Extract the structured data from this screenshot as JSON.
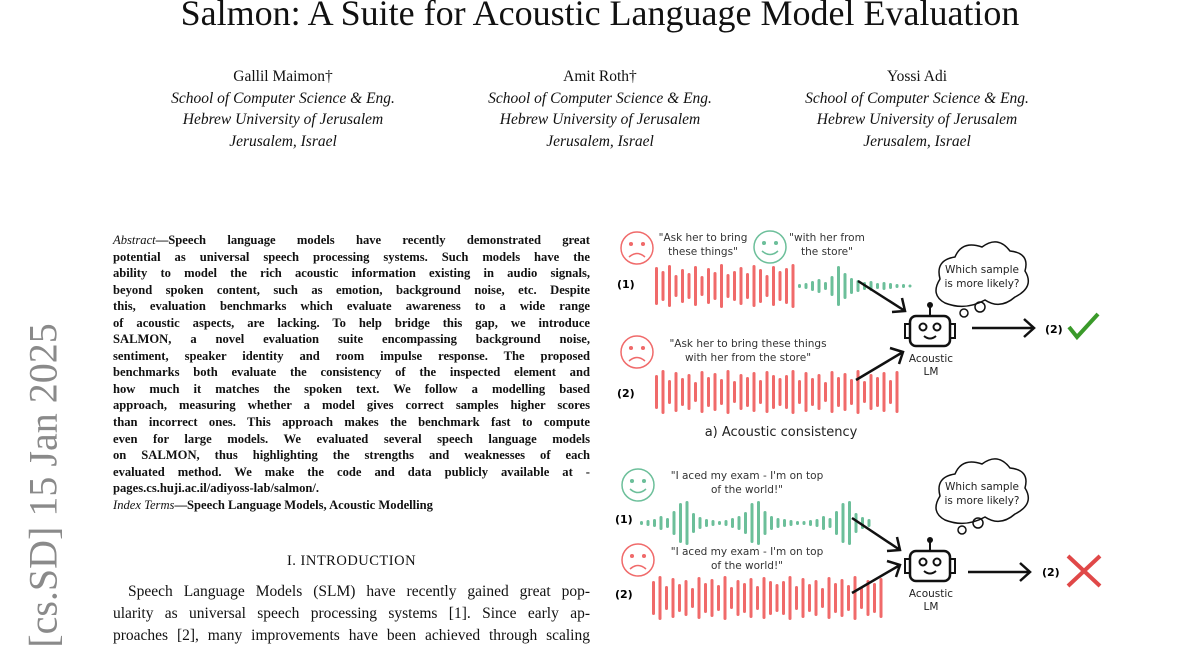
{
  "title": "Salmon: A Suite for Acoustic Language Model Evaluation",
  "authors": [
    {
      "name": "Gallil Maimon†",
      "aff": [
        "School of Computer Science & Eng.",
        "Hebrew University of Jerusalem",
        "Jerusalem, Israel"
      ]
    },
    {
      "name": "Amit Roth†",
      "aff": [
        "School of Computer Science & Eng.",
        "Hebrew University of Jerusalem",
        "Jerusalem, Israel"
      ]
    },
    {
      "name": "Yossi Adi",
      "aff": [
        "School of Computer Science & Eng.",
        "Hebrew University of Jerusalem",
        "Jerusalem, Israel"
      ]
    }
  ],
  "arxiv_stamp": "[cs.SD]  15 Jan 2025",
  "abstract": {
    "label": "Abstract",
    "lines": [
      "—Speech language models have recently demonstrated great",
      "potential as universal speech processing systems. Such models have the",
      "ability to model the rich acoustic information existing in audio signals,",
      "beyond spoken content, such as emotion, background noise, etc. Despite",
      "this, evaluation benchmarks which evaluate awareness to a wide range",
      "of acoustic aspects, are lacking. To help bridge this gap, we introduce",
      "SALMON, a novel evaluation suite encompassing background noise,",
      "sentiment, speaker identity and room impulse response. The proposed",
      "benchmarks both evaluate the consistency of the inspected element and",
      "how much it matches the spoken text. We follow a modelling based",
      "approach, measuring whether a model gives correct samples higher scores",
      "than incorrect ones. This approach makes the benchmark fast to compute",
      "even for large models. We evaluated several speech language models",
      "on SALMON, thus highlighting the strengths and weaknesses of each",
      "evaluated method. We make the code and data publicly available at -",
      "pages.cs.huji.ac.il/adiyoss-lab/salmon/."
    ],
    "index_label": "Index Terms",
    "index_terms": "—Speech Language Models, Acoustic Modelling"
  },
  "section": "I. INTRODUCTION",
  "intro_lines": [
    "Speech Language Models (SLM) have recently gained great pop-",
    "ularity as universal speech processing systems [1]. Since early ap-",
    "proaches [2], many improvements have been achieved through scaling"
  ],
  "figure": {
    "a": {
      "q1_part1": [
        "\"Ask her to bring",
        "these things\""
      ],
      "q1_part2": [
        "\"with her from",
        "the store\""
      ],
      "q2": [
        "\"Ask her to bring these things",
        "with her from the store\""
      ],
      "label1": "(1)",
      "label2": "(2)",
      "thought": [
        "Which sample",
        "is more likely?"
      ],
      "robot": [
        "Acoustic",
        "LM"
      ],
      "answer": "(2)",
      "caption": "a) Acoustic consistency"
    },
    "b": {
      "q1": [
        "\"I aced my exam - I'm on top",
        "of the world!\""
      ],
      "q2": [
        "\"I aced my exam - I'm on top",
        "of the world!\""
      ],
      "label1": "(1)",
      "label2": "(2)",
      "thought": [
        "Which sample",
        "is more likely?"
      ],
      "robot": [
        "Acoustic",
        "LM"
      ],
      "answer": "(2)"
    },
    "colors": {
      "red": "#f06a6a",
      "green": "#6cbf9a",
      "check": "#3a9a2a",
      "cross": "#e04848"
    }
  }
}
